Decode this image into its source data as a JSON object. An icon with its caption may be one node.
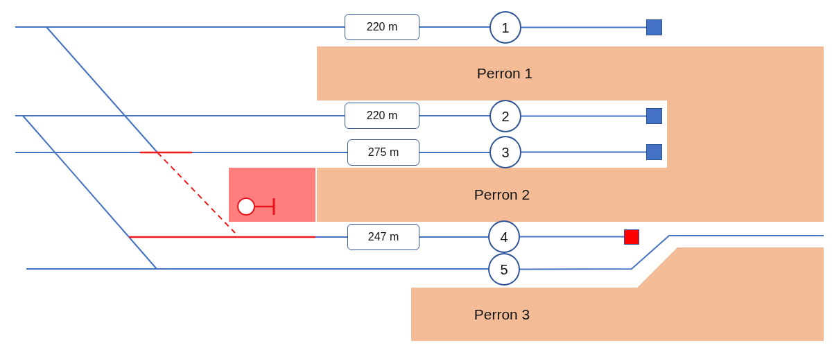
{
  "diagram": {
    "nodes": [
      {
        "text": [
          "220 m"
        ]
      },
      {
        "text": [
          "1"
        ]
      },
      {
        "text": [],
        "shape": "box"
      },
      {
        "text": [
          "Perron 1"
        ]
      },
      {
        "text": [
          "220 m"
        ]
      },
      {
        "text": [
          "2"
        ]
      },
      {
        "text": [],
        "shape": "box"
      },
      {
        "text": [],
        "shape": "box"
      },
      {
        "text": [
          "275 m"
        ]
      },
      {
        "text": [
          "3"
        ]
      },
      {
        "text": [],
        "shape": "box"
      },
      {
        "text": [
          "Perron 2"
        ]
      },
      {
        "text": [
          "247 m"
        ]
      },
      {
        "text": [
          "4"
        ]
      },
      {
        "text": [],
        "shape": "box"
      },
      {
        "text": [
          "5"
        ]
      },
      {
        "text": [],
        "shape": "trapezoid"
      },
      {
        "text": [
          "Perron 3"
        ]
      }
    ],
    "edges": [
      {
        "from": null,
        "to": 0,
        "arrow": "none"
      },
      {
        "from": 0,
        "to": 1,
        "arrow": "none"
      },
      {
        "from": 1,
        "to": 2,
        "arrow": "none"
      },
      {
        "from": null,
        "to": 4,
        "arrow": "none"
      },
      {
        "from": 4,
        "to": 5,
        "arrow": "none"
      },
      {
        "from": 5,
        "to": 6,
        "arrow": "none"
      },
      {
        "from": null,
        "to": 8,
        "arrow": "none"
      },
      {
        "from": 8,
        "to": 9,
        "arrow": "none"
      },
      {
        "from": 9,
        "to": 10,
        "arrow": "none"
      },
      {
        "from": null,
        "to": 12,
        "arrow": "none"
      },
      {
        "from": 12,
        "to": 13,
        "arrow": "none"
      },
      {
        "from": 13,
        "to": 14,
        "arrow": "none"
      },
      {
        "from": null,
        "to": 15,
        "arrow": "none"
      },
      {
        "from": 15,
        "to": null,
        "arrow": "none"
      }
    ]
  }
}
